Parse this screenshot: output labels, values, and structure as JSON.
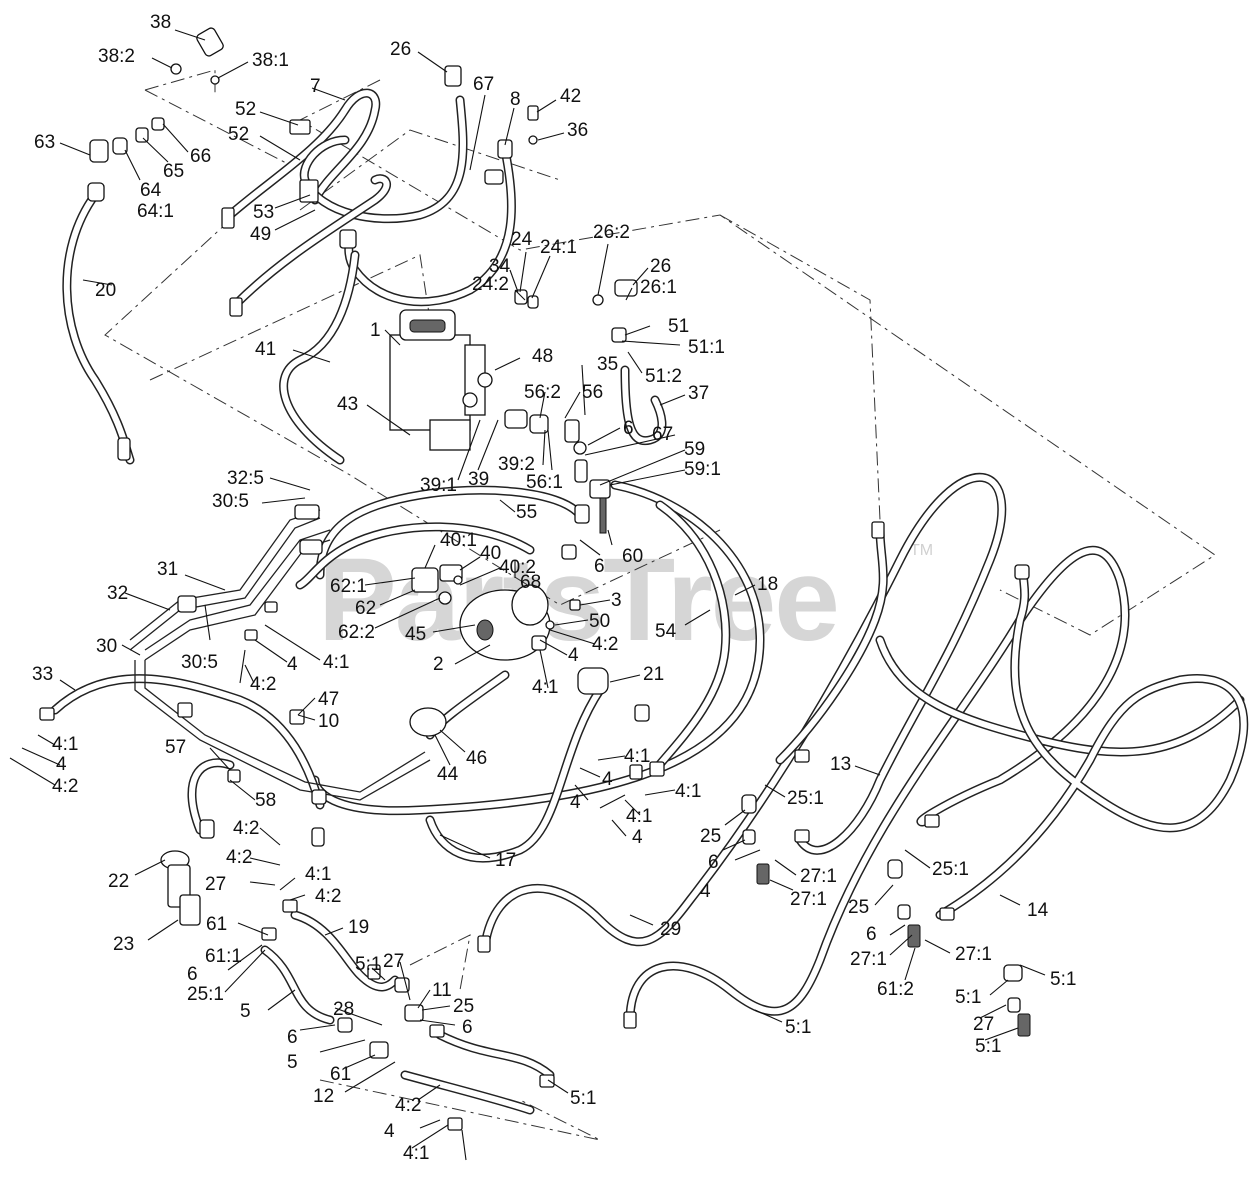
{
  "watermark": {
    "text": "PartsTree",
    "tm": "TM"
  },
  "callouts": [
    {
      "id": "c1",
      "text": "38"
    },
    {
      "id": "c2",
      "text": "38:2"
    },
    {
      "id": "c3",
      "text": "38:1"
    },
    {
      "id": "c4",
      "text": "26"
    },
    {
      "id": "c5",
      "text": "7"
    },
    {
      "id": "c6",
      "text": "67"
    },
    {
      "id": "c7",
      "text": "8"
    },
    {
      "id": "c8",
      "text": "42"
    },
    {
      "id": "c9",
      "text": "36"
    },
    {
      "id": "c10",
      "text": "52"
    },
    {
      "id": "c11",
      "text": "52"
    },
    {
      "id": "c12",
      "text": "63"
    },
    {
      "id": "c13",
      "text": "66"
    },
    {
      "id": "c14",
      "text": "65"
    },
    {
      "id": "c15",
      "text": "64"
    },
    {
      "id": "c16",
      "text": "64:1"
    },
    {
      "id": "c17",
      "text": "53"
    },
    {
      "id": "c18",
      "text": "49"
    },
    {
      "id": "c19",
      "text": "20"
    },
    {
      "id": "c20",
      "text": "24"
    },
    {
      "id": "c21",
      "text": "24:1"
    },
    {
      "id": "c22",
      "text": "26:2"
    },
    {
      "id": "c23",
      "text": "34"
    },
    {
      "id": "c24",
      "text": "26"
    },
    {
      "id": "c25",
      "text": "24:2"
    },
    {
      "id": "c26",
      "text": "26:1"
    },
    {
      "id": "c27",
      "text": "1"
    },
    {
      "id": "c28",
      "text": "51"
    },
    {
      "id": "c29",
      "text": "51:1"
    },
    {
      "id": "c30",
      "text": "41"
    },
    {
      "id": "c31",
      "text": "48"
    },
    {
      "id": "c32",
      "text": "35"
    },
    {
      "id": "c33",
      "text": "51:2"
    },
    {
      "id": "c34",
      "text": "56:2"
    },
    {
      "id": "c35",
      "text": "56"
    },
    {
      "id": "c36",
      "text": "37"
    },
    {
      "id": "c37",
      "text": "43"
    },
    {
      "id": "c38",
      "text": "6"
    },
    {
      "id": "c39",
      "text": "39:2"
    },
    {
      "id": "c40",
      "text": "67"
    },
    {
      "id": "c41",
      "text": "39"
    },
    {
      "id": "c42",
      "text": "59"
    },
    {
      "id": "c43",
      "text": "39:1"
    },
    {
      "id": "c44",
      "text": "56:1"
    },
    {
      "id": "c45",
      "text": "59:1"
    },
    {
      "id": "c46",
      "text": "32:5"
    },
    {
      "id": "c47",
      "text": "30:5"
    },
    {
      "id": "c48",
      "text": "55"
    },
    {
      "id": "c49",
      "text": "60"
    },
    {
      "id": "c50",
      "text": "40:1"
    },
    {
      "id": "c51",
      "text": "6"
    },
    {
      "id": "c52",
      "text": "40"
    },
    {
      "id": "c53",
      "text": "40:2"
    },
    {
      "id": "c54",
      "text": "31"
    },
    {
      "id": "c55",
      "text": "62:1"
    },
    {
      "id": "c56",
      "text": "68"
    },
    {
      "id": "c57",
      "text": "18"
    },
    {
      "id": "c58",
      "text": "32"
    },
    {
      "id": "c59",
      "text": "62"
    },
    {
      "id": "c60",
      "text": "3"
    },
    {
      "id": "c61",
      "text": "62:2"
    },
    {
      "id": "c62",
      "text": "50"
    },
    {
      "id": "c63",
      "text": "45"
    },
    {
      "id": "c64",
      "text": "54"
    },
    {
      "id": "c65",
      "text": "30"
    },
    {
      "id": "c66",
      "text": "30:5"
    },
    {
      "id": "c67",
      "text": "4:1"
    },
    {
      "id": "c68",
      "text": "4:2"
    },
    {
      "id": "c69",
      "text": "2"
    },
    {
      "id": "c70",
      "text": "4"
    },
    {
      "id": "c71",
      "text": "4"
    },
    {
      "id": "c72",
      "text": "33"
    },
    {
      "id": "c73",
      "text": "4:2"
    },
    {
      "id": "c74",
      "text": "4:1"
    },
    {
      "id": "c75",
      "text": "21"
    },
    {
      "id": "c76",
      "text": "47"
    },
    {
      "id": "c77",
      "text": "10"
    },
    {
      "id": "c78",
      "text": "4:1"
    },
    {
      "id": "c79",
      "text": "4"
    },
    {
      "id": "c80",
      "text": "57"
    },
    {
      "id": "c81",
      "text": "44"
    },
    {
      "id": "c82",
      "text": "46"
    },
    {
      "id": "c83",
      "text": "4:1"
    },
    {
      "id": "c84",
      "text": "13"
    },
    {
      "id": "c85",
      "text": "4:2"
    },
    {
      "id": "c86",
      "text": "4"
    },
    {
      "id": "c87",
      "text": "4:1"
    },
    {
      "id": "c88",
      "text": "58"
    },
    {
      "id": "c89",
      "text": "25:1"
    },
    {
      "id": "c90",
      "text": "4"
    },
    {
      "id": "c91",
      "text": "4:2"
    },
    {
      "id": "c92",
      "text": "4:1"
    },
    {
      "id": "c93",
      "text": "25"
    },
    {
      "id": "c94",
      "text": "4"
    },
    {
      "id": "c95",
      "text": "17"
    },
    {
      "id": "c96",
      "text": "6"
    },
    {
      "id": "c97",
      "text": "27:1"
    },
    {
      "id": "c98",
      "text": "25:1"
    },
    {
      "id": "c99",
      "text": "22"
    },
    {
      "id": "c100",
      "text": "4:2"
    },
    {
      "id": "c101",
      "text": "4"
    },
    {
      "id": "c102",
      "text": "27:1"
    },
    {
      "id": "c103",
      "text": "27"
    },
    {
      "id": "c104",
      "text": "4:1"
    },
    {
      "id": "c105",
      "text": "14"
    },
    {
      "id": "c106",
      "text": "4:2"
    },
    {
      "id": "c107",
      "text": "25"
    },
    {
      "id": "c108",
      "text": "23"
    },
    {
      "id": "c109",
      "text": "29"
    },
    {
      "id": "c110",
      "text": "19"
    },
    {
      "id": "c111",
      "text": "6"
    },
    {
      "id": "c112",
      "text": "61"
    },
    {
      "id": "c113",
      "text": "27:1"
    },
    {
      "id": "c114",
      "text": "27:1"
    },
    {
      "id": "c115",
      "text": "61:1"
    },
    {
      "id": "c116",
      "text": "6"
    },
    {
      "id": "c117",
      "text": "5:1"
    },
    {
      "id": "c118",
      "text": "27"
    },
    {
      "id": "c119",
      "text": "61:2"
    },
    {
      "id": "c120",
      "text": "25:1"
    },
    {
      "id": "c121",
      "text": "5:1"
    },
    {
      "id": "c122",
      "text": "11"
    },
    {
      "id": "c123",
      "text": "5"
    },
    {
      "id": "c124",
      "text": "25"
    },
    {
      "id": "c125",
      "text": "5:1"
    },
    {
      "id": "c126",
      "text": "28"
    },
    {
      "id": "c127",
      "text": "5:1"
    },
    {
      "id": "c128",
      "text": "6"
    },
    {
      "id": "c129",
      "text": "6"
    },
    {
      "id": "c130",
      "text": "27"
    },
    {
      "id": "c131",
      "text": "5:1"
    },
    {
      "id": "c132",
      "text": "5"
    },
    {
      "id": "c133",
      "text": "61"
    },
    {
      "id": "c134",
      "text": "5:1"
    },
    {
      "id": "c135",
      "text": "12"
    },
    {
      "id": "c136",
      "text": "4:2"
    },
    {
      "id": "c137",
      "text": "4"
    },
    {
      "id": "c138",
      "text": "4:1"
    }
  ]
}
